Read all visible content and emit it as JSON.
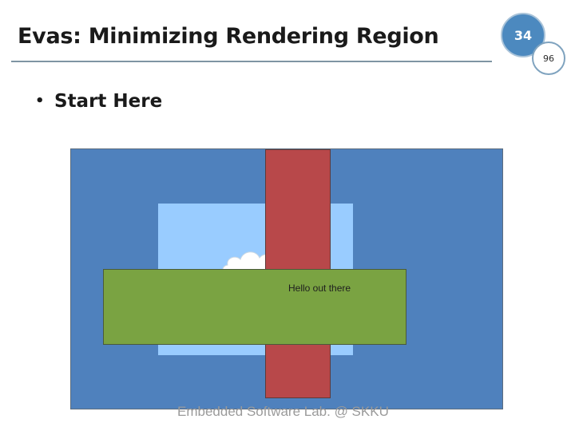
{
  "slide": {
    "title": "Evas: Minimizing Rendering Region",
    "page_number": "34",
    "total_pages": "96",
    "bullet_symbol": "•",
    "bullet_text": "Start Here",
    "footer": "Embedded Software Lab. @ SKKU"
  },
  "figure": {
    "label": "Hello out there",
    "colors": {
      "background": "#4f81bd",
      "sky": "#99ccff",
      "cloud": "#ffffff",
      "red_bar": "#b8484a",
      "green_box": "#7aa342"
    }
  }
}
